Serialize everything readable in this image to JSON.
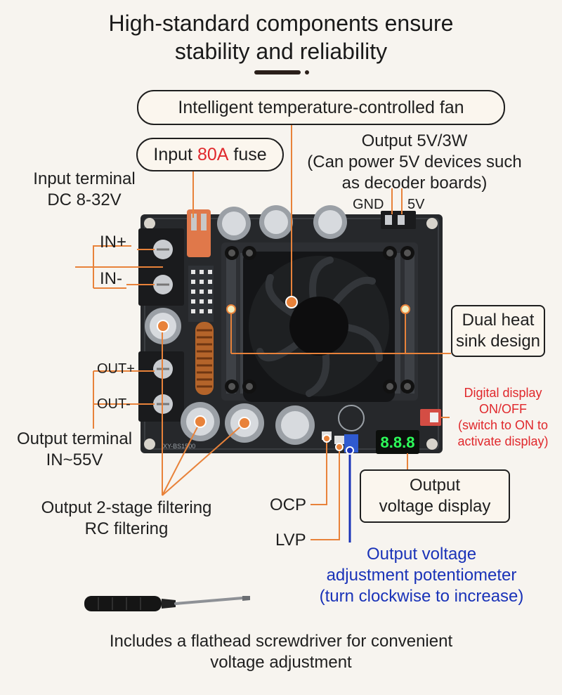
{
  "title": {
    "line1": "High-standard components ensure",
    "line2": "stability and reliability"
  },
  "callouts": {
    "fan": "Intelligent temperature-controlled fan",
    "fuse": {
      "prefix": "Input ",
      "highlight": "80A",
      "suffix": " fuse"
    },
    "output5v": {
      "line1": "Output 5V/3W",
      "line2": "(Can power 5V devices such",
      "line3": "as decoder boards)"
    },
    "gnd": "GND",
    "v5": "5V",
    "input_terminal": {
      "line1": "Input terminal",
      "line2": "DC 8-32V"
    },
    "in_plus": "IN+",
    "in_minus": "IN-",
    "out_plus": "OUT+",
    "out_minus": "OUT-",
    "output_terminal": {
      "line1": "Output terminal",
      "line2": "IN~55V"
    },
    "heatsink": {
      "line1": "Dual heat",
      "line2": "sink design"
    },
    "display_switch": {
      "line1": "Digital display",
      "line2": "ON/OFF",
      "line3": "(switch to ON to",
      "line4": "activate display)"
    },
    "voltage_display": {
      "line1": "Output",
      "line2": "voltage display"
    },
    "filtering": {
      "line1": "Output 2-stage filtering",
      "line2": "RC filtering"
    },
    "ocp": "OCP",
    "lvp": "LVP",
    "potentiometer": {
      "line1": "Output voltage",
      "line2": "adjustment potentiometer",
      "line3": "(turn clockwise to increase)"
    },
    "screwdriver": {
      "line1": "Includes a flathead screwdriver for convenient",
      "line2": "voltage adjustment"
    }
  },
  "board": {
    "display_reading": "8.8.8",
    "silk_label": "XY-BS1500"
  },
  "colors": {
    "accent_orange": "#e8823a",
    "highlight_red": "#e0282c",
    "pot_blue": "#1a33b8",
    "display_green": "#2dff5a",
    "board_dark": "#26282b"
  }
}
